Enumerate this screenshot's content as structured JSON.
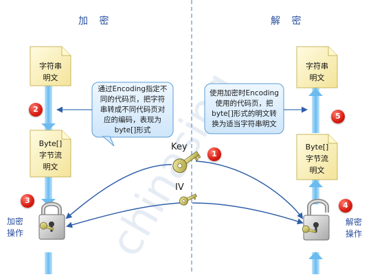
{
  "encrypt_title": "加  密",
  "decrypt_title": "解  密",
  "left": {
    "string_doc": "字符串\n明文",
    "bytes_doc": "Byte[]\n字节流\n明文",
    "op_label": "加密\n操作"
  },
  "right": {
    "string_doc": "字符串\n明文",
    "bytes_doc": "Byte[]\n字节流\n明文",
    "op_label": "解密\n操作"
  },
  "callout_left": "通过Encoding指定不\n同的代码页，把字符\n串转成不同代码页对\n应的编码，表现为\nbyte[]形式",
  "callout_right": "使用加密时Encoding\n使用的代码页，把\nbyte[]形式的明文转\n换为适当字符串明文",
  "key_label": "Key",
  "iv_label": "IV",
  "badges": [
    "1",
    "2",
    "3",
    "4",
    "5"
  ],
  "colors": {
    "title": "#2a4f9e",
    "arrow": "#2f5fa8",
    "pipe": "#7fc4ef",
    "callout_border": "#5b9bd5",
    "callout_fill": "#dceefd",
    "doc_fill": "#fff7c9",
    "badge": "#e0261a"
  }
}
